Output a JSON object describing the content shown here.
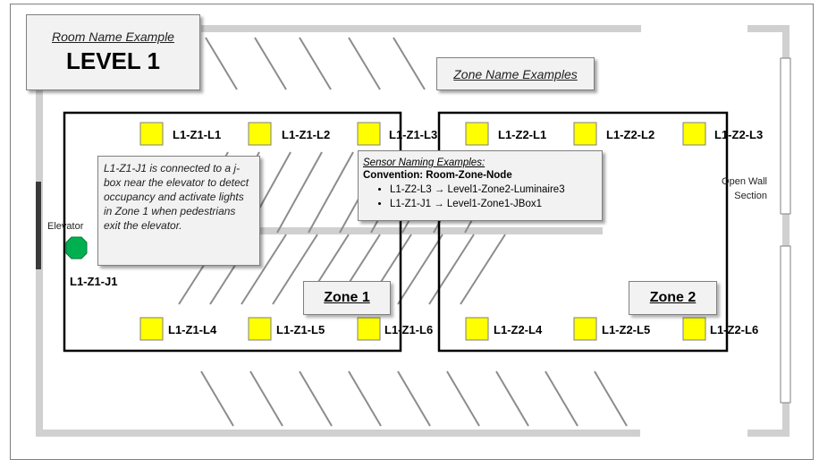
{
  "title": {
    "subtitle": "Room Name Example",
    "level": "LEVEL 1"
  },
  "zone_examples_label": "Zone Name Examples",
  "elevator_note": "L1-Z1-J1 is connected to a j-box near the elevator to detect occupancy and activate lights in Zone 1 when pedestrians exit the elevator.",
  "sensor_naming": {
    "heading": "Sensor Naming Examples:",
    "convention": "Convention: Room-Zone-Node",
    "examples": [
      "L1-Z2-L3 → Level1-Zone2-Luminaire3",
      "L1-Z1-J1 → Level1-Zone1-JBox1"
    ]
  },
  "zones": [
    {
      "label": "Zone 1"
    },
    {
      "label": "Zone 2"
    }
  ],
  "luminaires": [
    "L1-Z1-L1",
    "L1-Z1-L2",
    "L1-Z1-L3",
    "L1-Z2-L1",
    "L1-Z2-L2",
    "L1-Z2-L3",
    "L1-Z1-L4",
    "L1-Z1-L5",
    "L1-Z1-L6",
    "L1-Z2-L4",
    "L1-Z2-L5",
    "L1-Z2-L6"
  ],
  "jbox": {
    "label": "L1-Z1-J1",
    "color": "#00b050"
  },
  "elevator_label": "Elevator",
  "open_wall_label": "Open Wall Section",
  "colors": {
    "luminaire": "#ffff00",
    "wall": "#d0d0d0",
    "zone_border": "#000000",
    "parking_lines": "#8c8c8c"
  }
}
